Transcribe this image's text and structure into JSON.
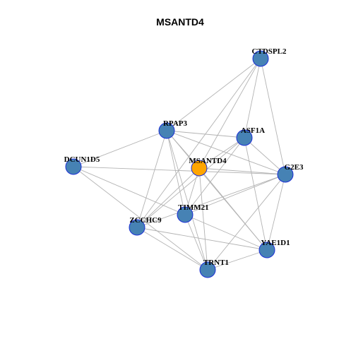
{
  "title": "MSANTD4",
  "colors": {
    "node_fill": "#4682b4",
    "center_fill": "#ffa500",
    "node_stroke": "#1c2fd6",
    "edge": "#b3b3b3"
  },
  "nodes": [
    {
      "id": "CTDSPL2",
      "center": false
    },
    {
      "id": "RPAP3",
      "center": false
    },
    {
      "id": "ASF1A",
      "center": false
    },
    {
      "id": "DCUN1D5",
      "center": false
    },
    {
      "id": "MSANTD4",
      "center": true
    },
    {
      "id": "G2E3",
      "center": false
    },
    {
      "id": "TIMM21",
      "center": false
    },
    {
      "id": "ZCCHC9",
      "center": false
    },
    {
      "id": "YAE1D1",
      "center": false
    },
    {
      "id": "TRNT1",
      "center": false
    }
  ],
  "edges": [
    [
      "CTDSPL2",
      "RPAP3"
    ],
    [
      "CTDSPL2",
      "ASF1A"
    ],
    [
      "CTDSPL2",
      "G2E3"
    ],
    [
      "CTDSPL2",
      "MSANTD4"
    ],
    [
      "CTDSPL2",
      "ZCCHC9"
    ],
    [
      "RPAP3",
      "ASF1A"
    ],
    [
      "RPAP3",
      "G2E3"
    ],
    [
      "RPAP3",
      "DCUN1D5"
    ],
    [
      "RPAP3",
      "MSANTD4"
    ],
    [
      "RPAP3",
      "TIMM21"
    ],
    [
      "RPAP3",
      "ZCCHC9"
    ],
    [
      "RPAP3",
      "TRNT1"
    ],
    [
      "RPAP3",
      "YAE1D1"
    ],
    [
      "ASF1A",
      "G2E3"
    ],
    [
      "ASF1A",
      "MSANTD4"
    ],
    [
      "ASF1A",
      "TIMM21"
    ],
    [
      "ASF1A",
      "YAE1D1"
    ],
    [
      "ASF1A",
      "ZCCHC9"
    ],
    [
      "DCUN1D5",
      "G2E3"
    ],
    [
      "DCUN1D5",
      "TIMM21"
    ],
    [
      "DCUN1D5",
      "TRNT1"
    ],
    [
      "MSANTD4",
      "G2E3"
    ],
    [
      "MSANTD4",
      "TIMM21"
    ],
    [
      "MSANTD4",
      "ZCCHC9"
    ],
    [
      "MSANTD4",
      "TRNT1"
    ],
    [
      "MSANTD4",
      "YAE1D1"
    ],
    [
      "G2E3",
      "TIMM21"
    ],
    [
      "G2E3",
      "ZCCHC9"
    ],
    [
      "G2E3",
      "YAE1D1"
    ],
    [
      "G2E3",
      "TRNT1"
    ],
    [
      "TIMM21",
      "TRNT1"
    ],
    [
      "TIMM21",
      "YAE1D1"
    ],
    [
      "ZCCHC9",
      "TRNT1"
    ],
    [
      "ZCCHC9",
      "YAE1D1"
    ],
    [
      "TRNT1",
      "YAE1D1"
    ]
  ]
}
